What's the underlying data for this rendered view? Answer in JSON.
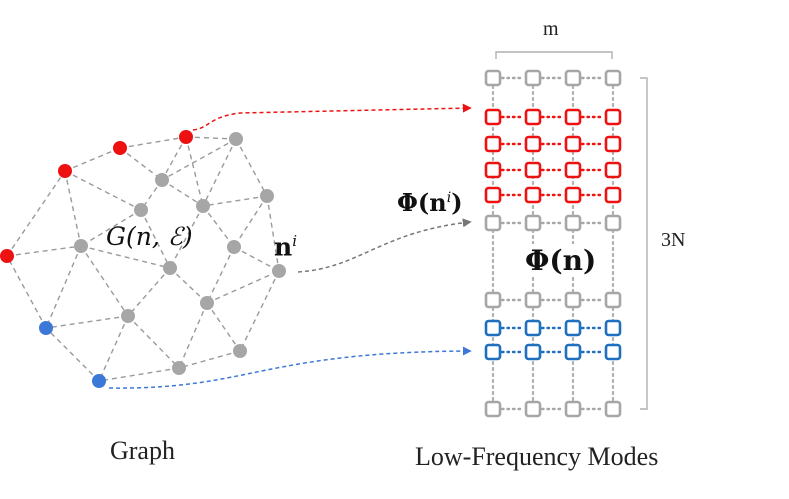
{
  "graph": {
    "caption": "Graph",
    "label_main": "G(n, ℰ)",
    "label_node": "n",
    "label_node_sup": "i",
    "node_colors": {
      "default": "#a6a6a6",
      "red": "#ee1111",
      "blue": "#3c78d8"
    }
  },
  "modes": {
    "caption": "Low-Frequency Modes",
    "width_label": "m",
    "height_label": "3N",
    "center_label": "Φ(n)",
    "row_label": "Φ(n",
    "row_label_sup": "i",
    "row_label_close": ")",
    "grid_columns": 4,
    "row_colors": [
      "gray",
      "red",
      "red",
      "red",
      "red",
      "gray",
      "gray",
      "blue",
      "blue",
      "gray"
    ],
    "colors": {
      "gray": "#a6a6a6",
      "red": "#ee1111",
      "blue": "#1f6fbf"
    }
  },
  "arrows": {
    "red_color": "#ee1111",
    "gray_color": "#777777",
    "blue_color": "#3c78d8"
  }
}
